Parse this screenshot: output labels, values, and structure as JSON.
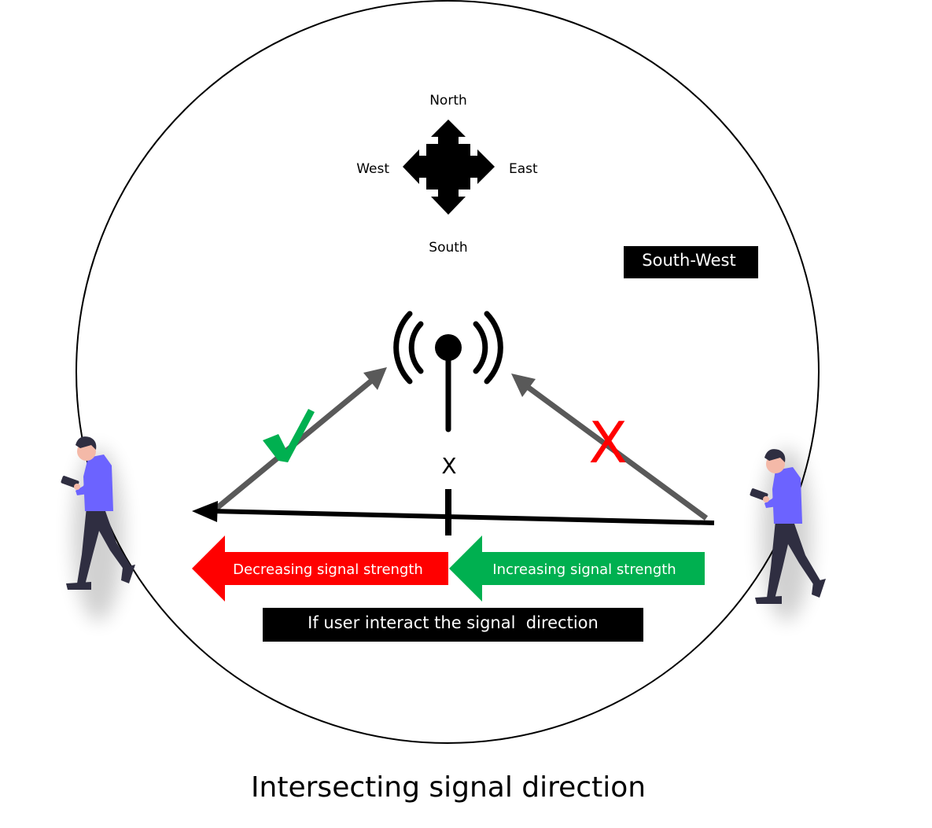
{
  "compass": {
    "north": "North",
    "south": "South",
    "east": "East",
    "west": "West"
  },
  "direction_box": {
    "label": "South-West"
  },
  "intersection": {
    "label": "X"
  },
  "signal_strength": {
    "decreasing_label": "Decreasing signal strength",
    "increasing_label": "Increasing signal strength",
    "decreasing_color": "#ff0000",
    "increasing_color": "#00b050"
  },
  "marks": {
    "check_color": "#00b050",
    "cross_color": "#ff0000",
    "cross_text": "X"
  },
  "interaction_box": {
    "label": "If user interact the signal  direction"
  },
  "caption": "Intersecting signal direction",
  "colors": {
    "arrow_gray": "#595959",
    "person_shirt": "#6c63ff",
    "person_pants": "#2f2e41",
    "person_skin": "#f4b9a8",
    "person_hair": "#2f2e41"
  }
}
